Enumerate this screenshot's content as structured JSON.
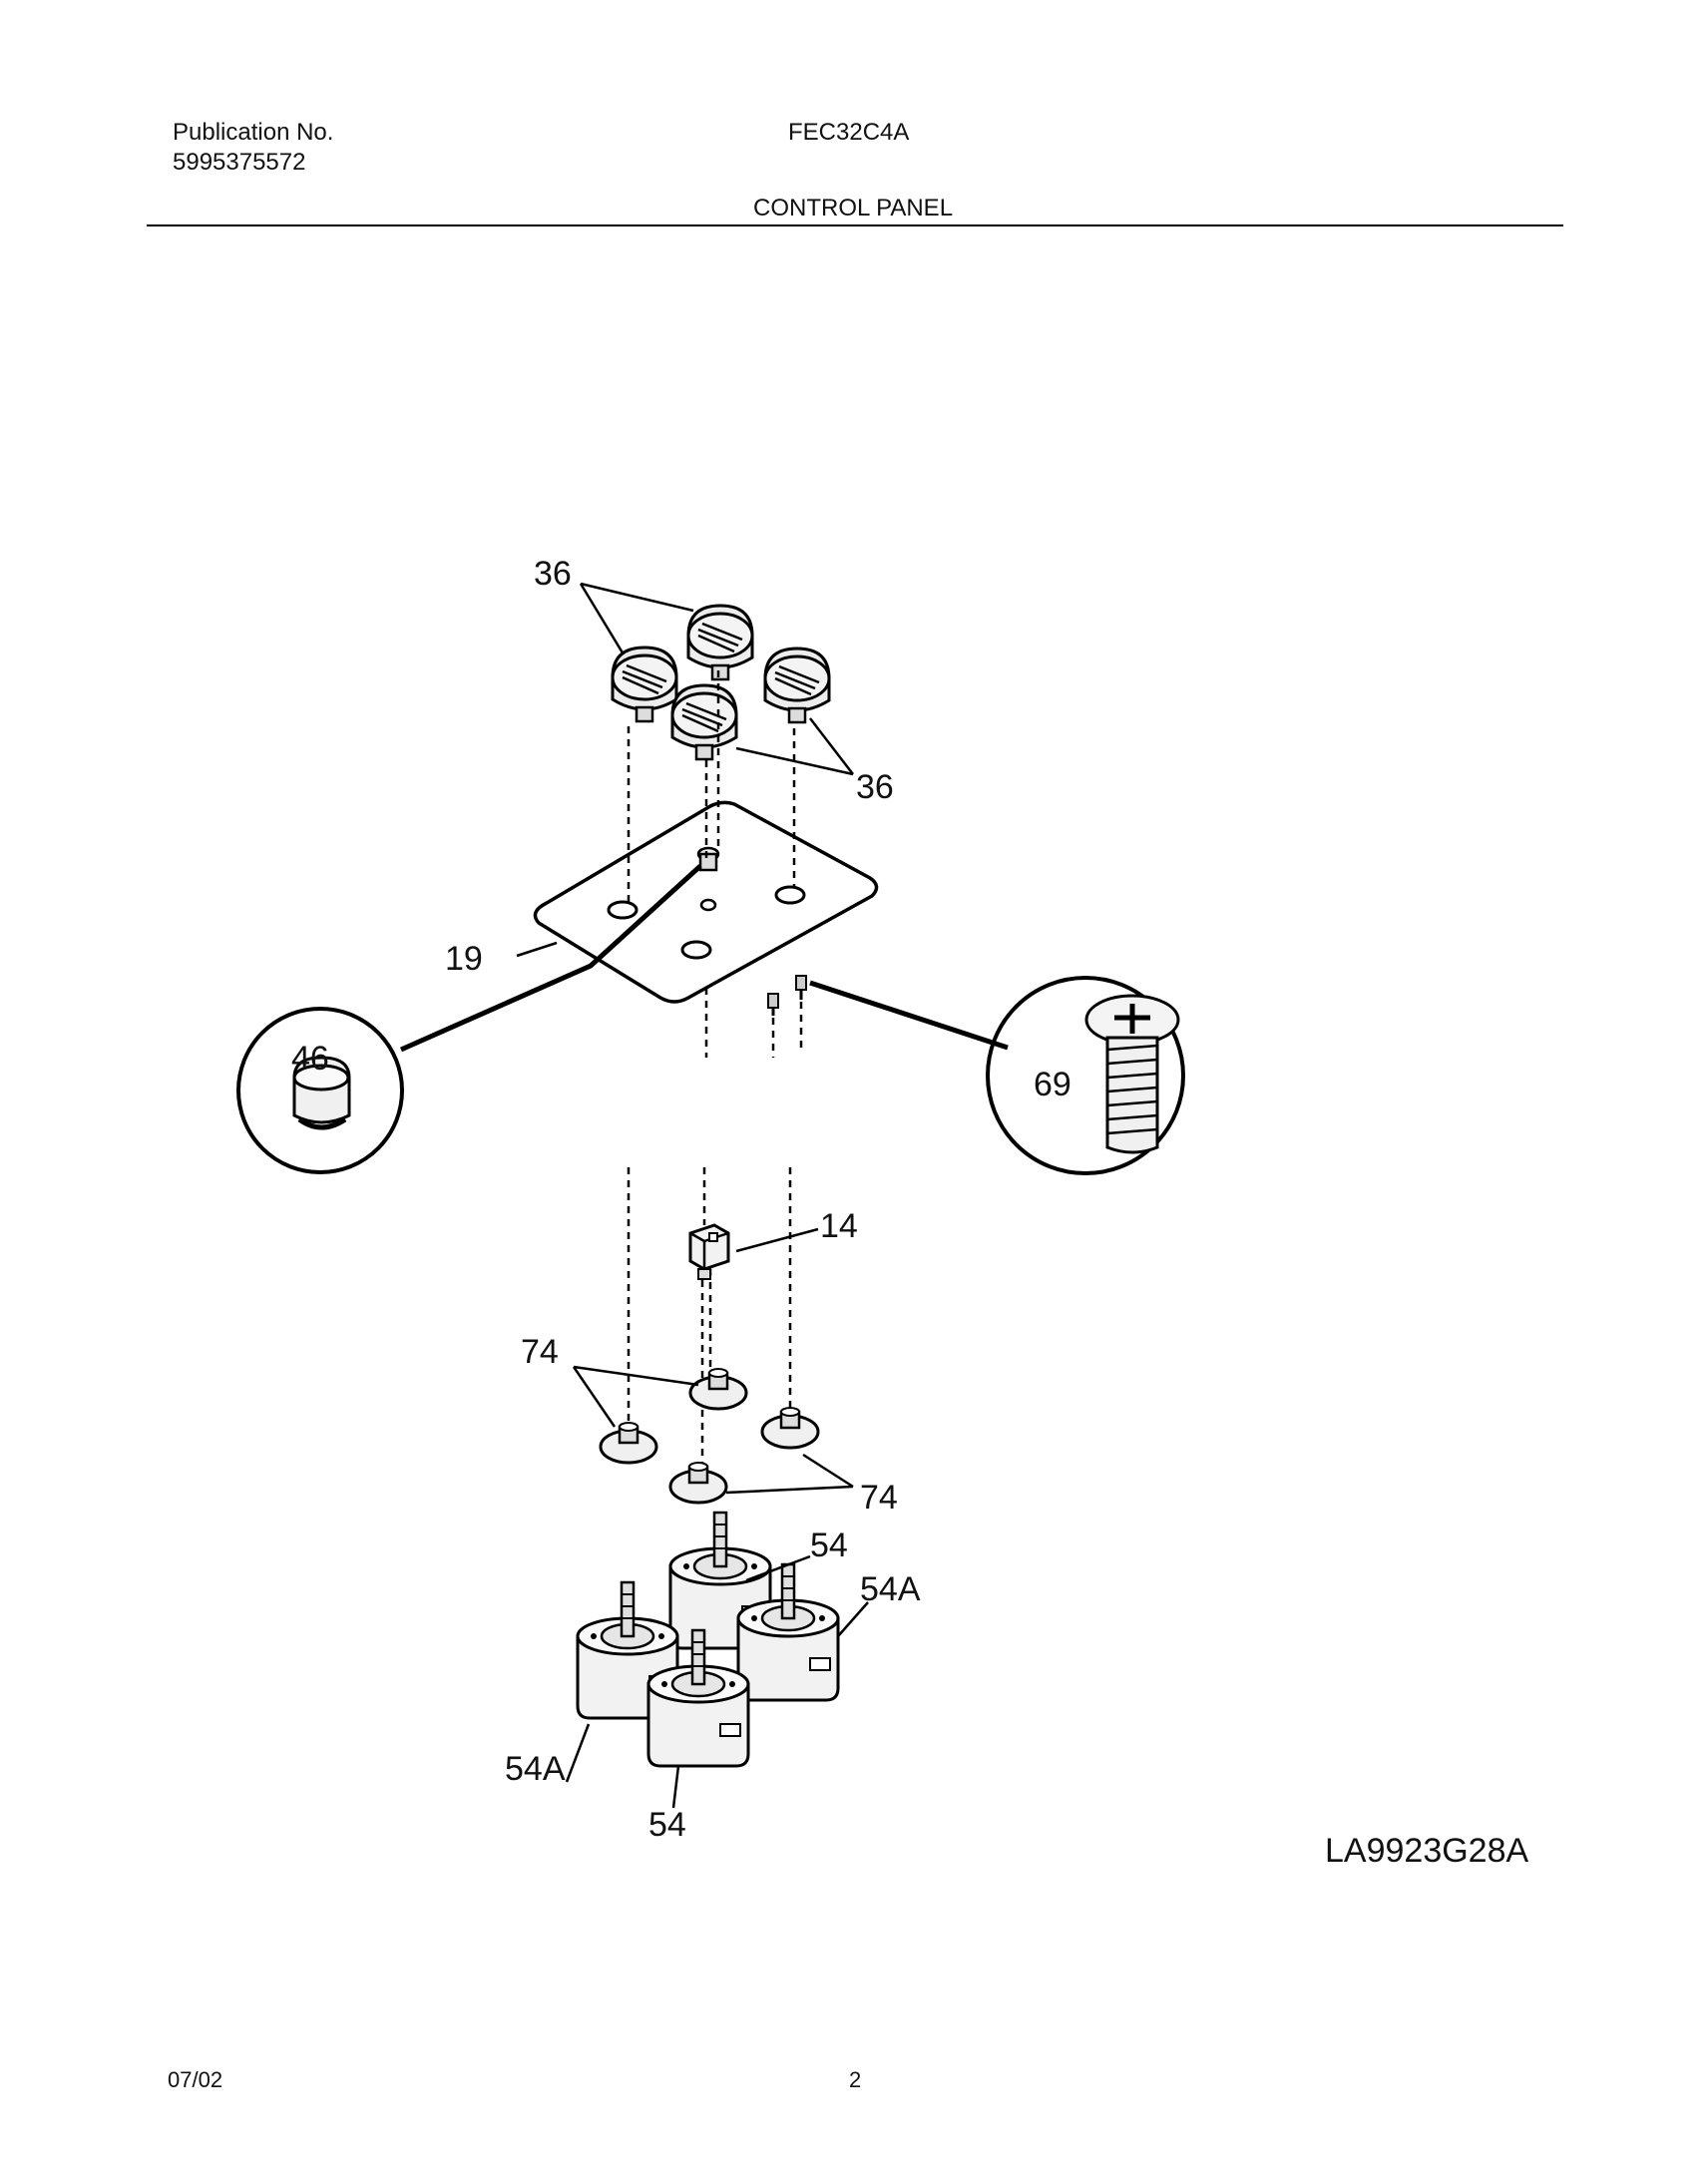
{
  "header": {
    "publication_label": "Publication No.",
    "publication_number": "5995375572",
    "model": "FEC32C4A",
    "section": "CONTROL PANEL"
  },
  "callouts": {
    "knob_a": "36",
    "knob_b": "36",
    "panel": "19",
    "plug": "46",
    "screw": "69",
    "switch": "14",
    "seal_a": "74",
    "seal_b": "74",
    "valve_a": "54",
    "valve_b": "54A",
    "valve_c": "54A",
    "valve_d": "54"
  },
  "diagram_code": "LA9923G28A",
  "footer": {
    "date": "07/02",
    "page": "2"
  }
}
